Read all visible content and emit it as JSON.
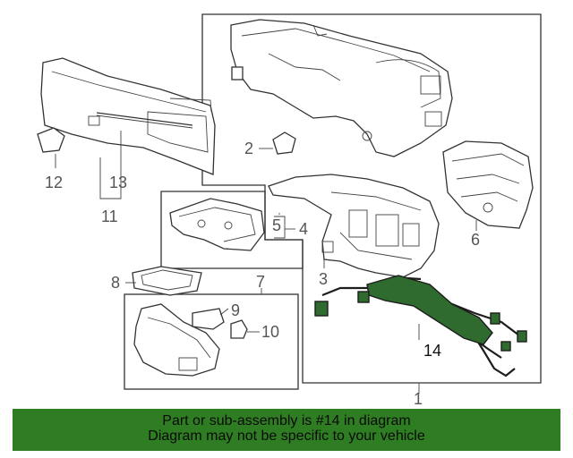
{
  "callouts": {
    "c1": "1",
    "c2": "2",
    "c3": "3",
    "c4": "4",
    "c5": "5",
    "c6": "6",
    "c7": "7",
    "c8": "8",
    "c9": "9",
    "c10": "10",
    "c11": "11",
    "c12": "12",
    "c13": "13",
    "c14": "14"
  },
  "banner": {
    "line1": "Part or sub-assembly is #14 in diagram",
    "line2": "Diagram may not be specific to your vehicle",
    "color": "#2f7d22"
  },
  "highlight_color": "#2f6b2f"
}
